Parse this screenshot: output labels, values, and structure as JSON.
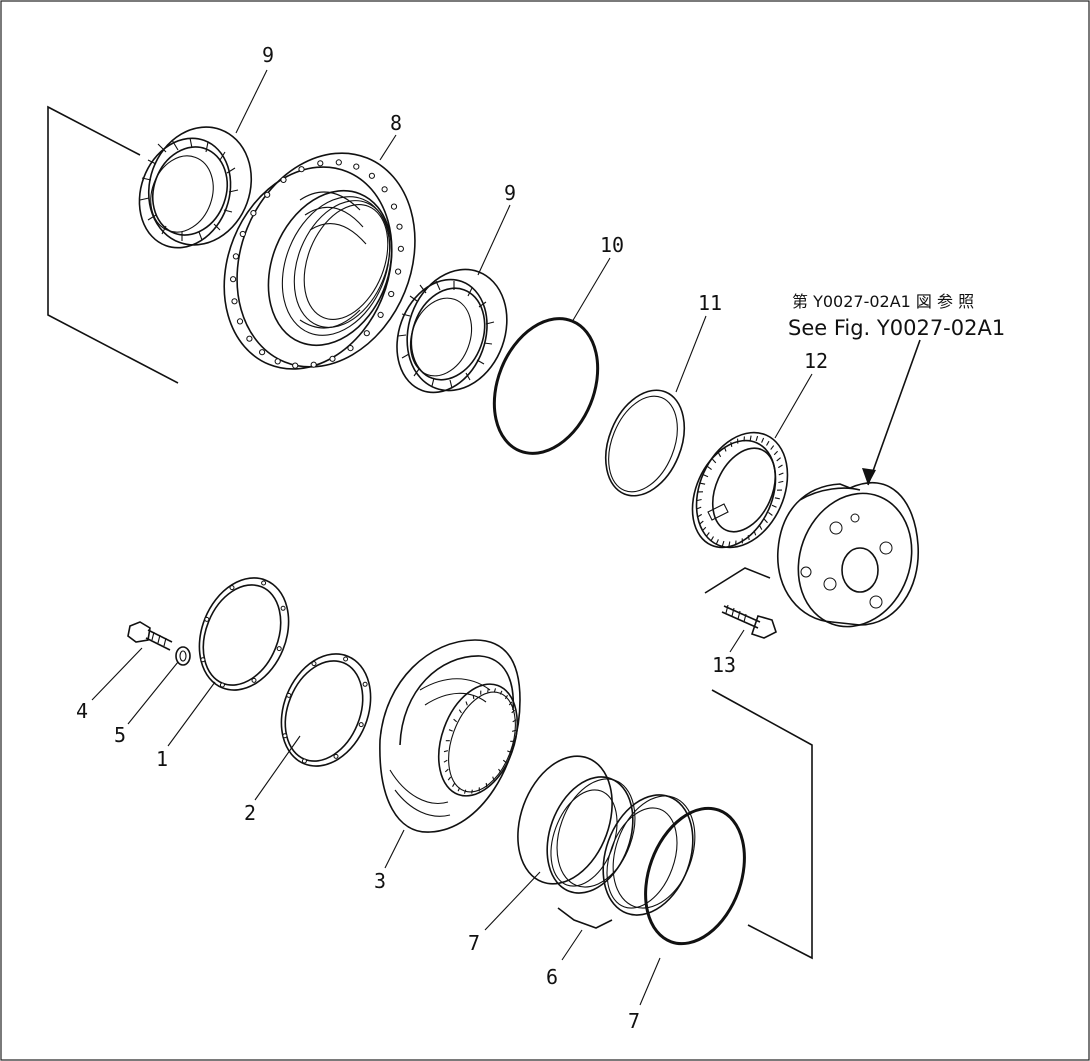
{
  "reference": {
    "japanese": "第 Y0027-02A1 図 参 照",
    "english": "See Fig. Y0027-02A1"
  },
  "callouts": {
    "c1": "1",
    "c2": "2",
    "c3": "3",
    "c4": "4",
    "c5": "5",
    "c6": "6",
    "c7a": "7",
    "c7b": "7",
    "c8": "8",
    "c9a": "9",
    "c9b": "9",
    "c10": "10",
    "c11": "11",
    "c12": "12",
    "c13": "13"
  }
}
